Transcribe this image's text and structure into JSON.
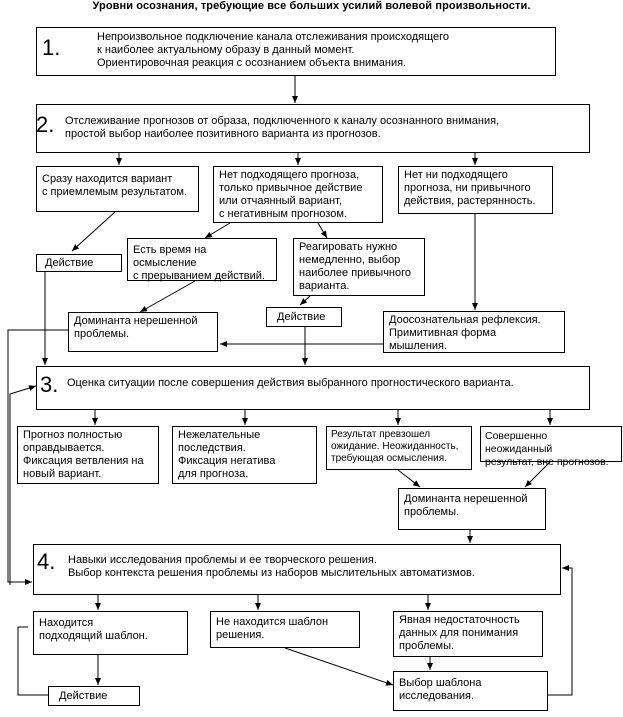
{
  "title": "Уровни осознания, требующие все больших усилий волевой произвольности.",
  "level1": {
    "number": "1.",
    "text": "Непроизвольное подключение канала отслеживания происходящего\n к наиболее актуальному образу в данный момент.\nОриентировочная реакция с осознанием объекта внимания."
  },
  "level2": {
    "number": "2.",
    "text": "Отслеживание прогнозов от образа, подключенного к каналу осознанного внимания,\nпростой выбор наиболее позитивного варианта из прогнозов."
  },
  "level2_options": {
    "found": "Сразу находится вариант\nс приемлемым результатом.",
    "no_forecast": "Нет подходящего прогноза,\nтолько привычное действие\nили отчаянный вариант,\nс негативным прогнозом.",
    "nothing": "Нет ни подходящего\nпрогноза, ни привычного\nдействия, растерянность.",
    "time_to_think": "Есть время на осмысление\nс прерыванием действий.",
    "react_now": "Реагировать нужно\nнемедленно, выбор\nнаиболее привычного\nварианта.",
    "action_left": "Действие",
    "action_mid": "Действие",
    "dominant": "Доминанта нерешенной\nпроблемы.",
    "reflex": "Доосознательная рефлексия.\nПримитивная форма\nмышления."
  },
  "level3": {
    "number": "3.",
    "text": "Оценка ситуации после совершения действия выбранного прогностического варианта."
  },
  "level3_outcomes": {
    "justified": "Прогноз полностью\nоправдывается.\nФиксация ветвления на\nновый вариант.",
    "undesirable": "Нежелательные\nпоследствия.\nФиксация негатива\nдля прогноза.",
    "exceeded": "Результат превзошел\nожидание. Неожиданность,\nтребующая осмысления.",
    "unexpected": "Совершенно неожиданный\nрезультат, вне прогнозов.",
    "dominant": "Доминанта нерешенной\nпроблемы."
  },
  "level4": {
    "number": "4.",
    "text": "Навыки исследования проблемы и ее творческого решения.\nВыбор контекста решения проблемы из наборов мыслительных автоматизмов."
  },
  "level4_outcomes": {
    "template_found": "Находится\nподходящий шаблон.",
    "template_missing": "Не находится шаблон\nрешения.",
    "insufficient": "Явная недостаточность\nданных для понимания\nпроблемы.",
    "action": "Действие",
    "choose_template": "Выбор шаблона\nисследования."
  }
}
